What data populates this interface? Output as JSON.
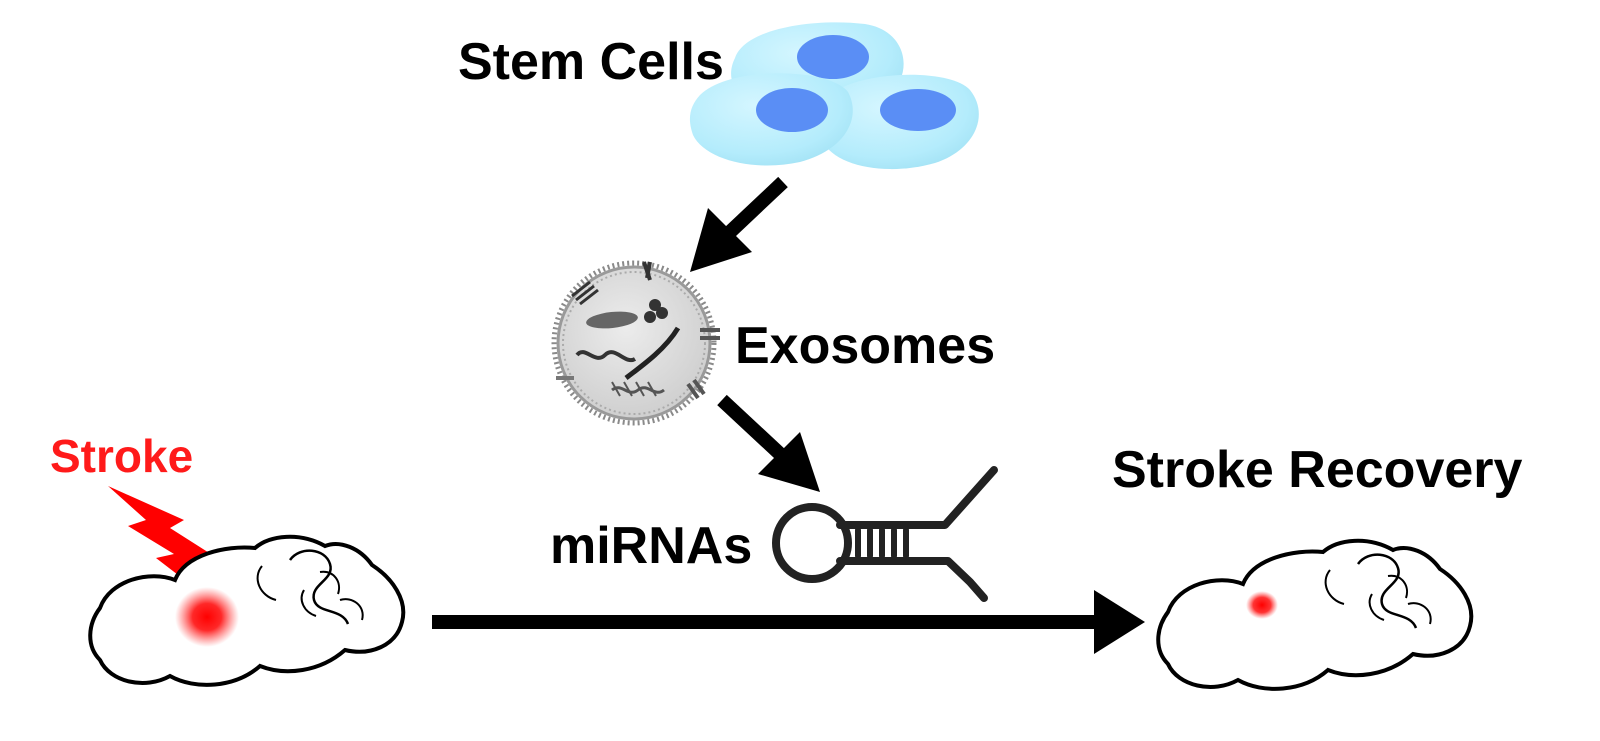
{
  "labels": {
    "stem_cells": "Stem Cells",
    "exosomes": "Exosomes",
    "mirnas": "miRNAs",
    "stroke": "Stroke",
    "stroke_recovery": "Stroke Recovery"
  },
  "colors": {
    "text": "#000000",
    "stroke_label": "#ff1a1a",
    "cell_body": "#bdefff",
    "cell_nucleus": "#5a8ef5",
    "lesion": "#ff0000",
    "arrow": "#000000",
    "exosome_fill": "#dcdcdc"
  }
}
